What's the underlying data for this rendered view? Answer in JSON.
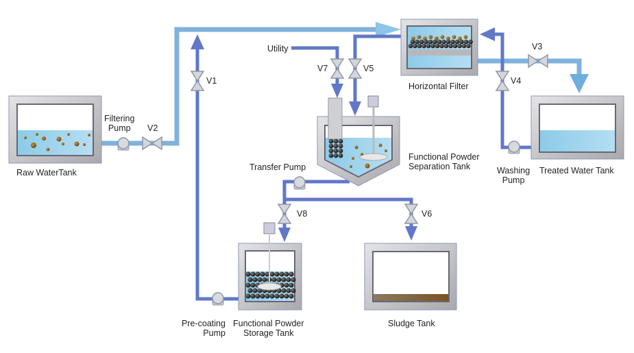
{
  "colors": {
    "light_pipe": "#7fb6e0",
    "dark_pipe": "#6178c8",
    "water": "#9fd3ec",
    "tank_frame": "#c9c9cc",
    "sludge": "#7a5a2e",
    "particle": "#8a5a20",
    "powder": "#2a2a2a"
  },
  "labels": {
    "raw_tank": "Raw WaterTank",
    "filtering_pump_1": "Filtering",
    "filtering_pump_2": "Pump",
    "v1": "V1",
    "v2": "V2",
    "v3": "V3",
    "v4": "V4",
    "v5": "V5",
    "v6": "V6",
    "v7": "V7",
    "v8": "V8",
    "utility": "Utility",
    "horizontal_filter": "Horizontal Filter",
    "separation_tank_1": "Functional Powder",
    "separation_tank_2": "Separation Tank",
    "transfer_pump": "Transfer Pump",
    "washing_pump_1": "Washing",
    "washing_pump_2": "Pump",
    "treated_tank": "Treated Water Tank",
    "precoating_pump_1": "Pre-coating",
    "precoating_pump_2": "Pump",
    "storage_tank_1": "Functional Powder",
    "storage_tank_2": "Storage Tank",
    "sludge_tank": "Sludge Tank"
  }
}
